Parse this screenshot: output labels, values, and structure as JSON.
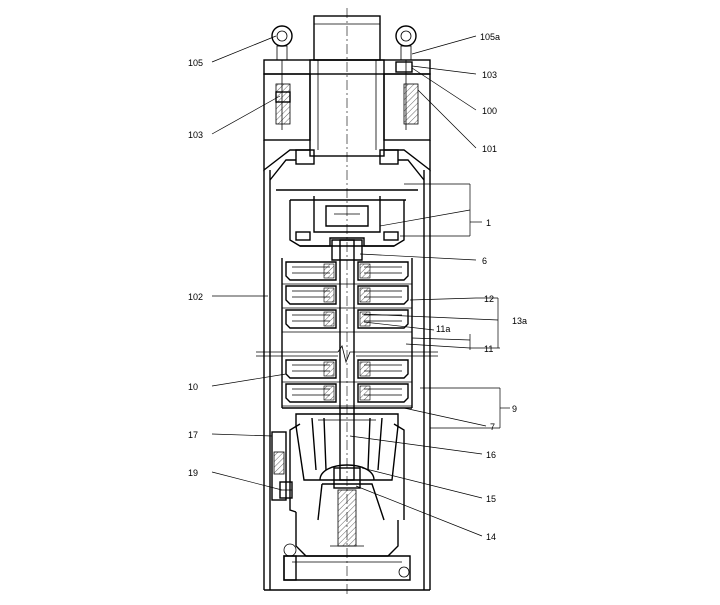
{
  "callouts": {
    "c105": "105",
    "c105a": "105a",
    "c103_left": "103",
    "c103_right": "103",
    "c100": "100",
    "c101": "101",
    "c1": "1",
    "c6": "6",
    "c102": "102",
    "c12": "12",
    "c13a": "13a",
    "c11a": "11a",
    "c11": "11",
    "c10": "10",
    "c9": "9",
    "c7": "7",
    "c17": "17",
    "c16": "16",
    "c19": "19",
    "c15": "15",
    "c14": "14"
  }
}
